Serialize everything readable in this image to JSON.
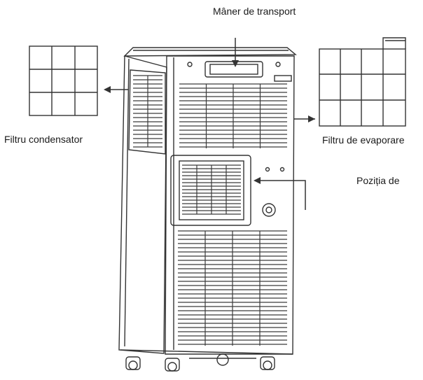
{
  "labels": {
    "carry_handle": "Mâner de transport",
    "condenser_filter": "Filtru condensator",
    "evaporator_filter": "Filtru de evaporare",
    "position": "Poziția de"
  },
  "colors": {
    "line": "#333333",
    "grille": "#3a3a3a",
    "background": "#ffffff"
  }
}
